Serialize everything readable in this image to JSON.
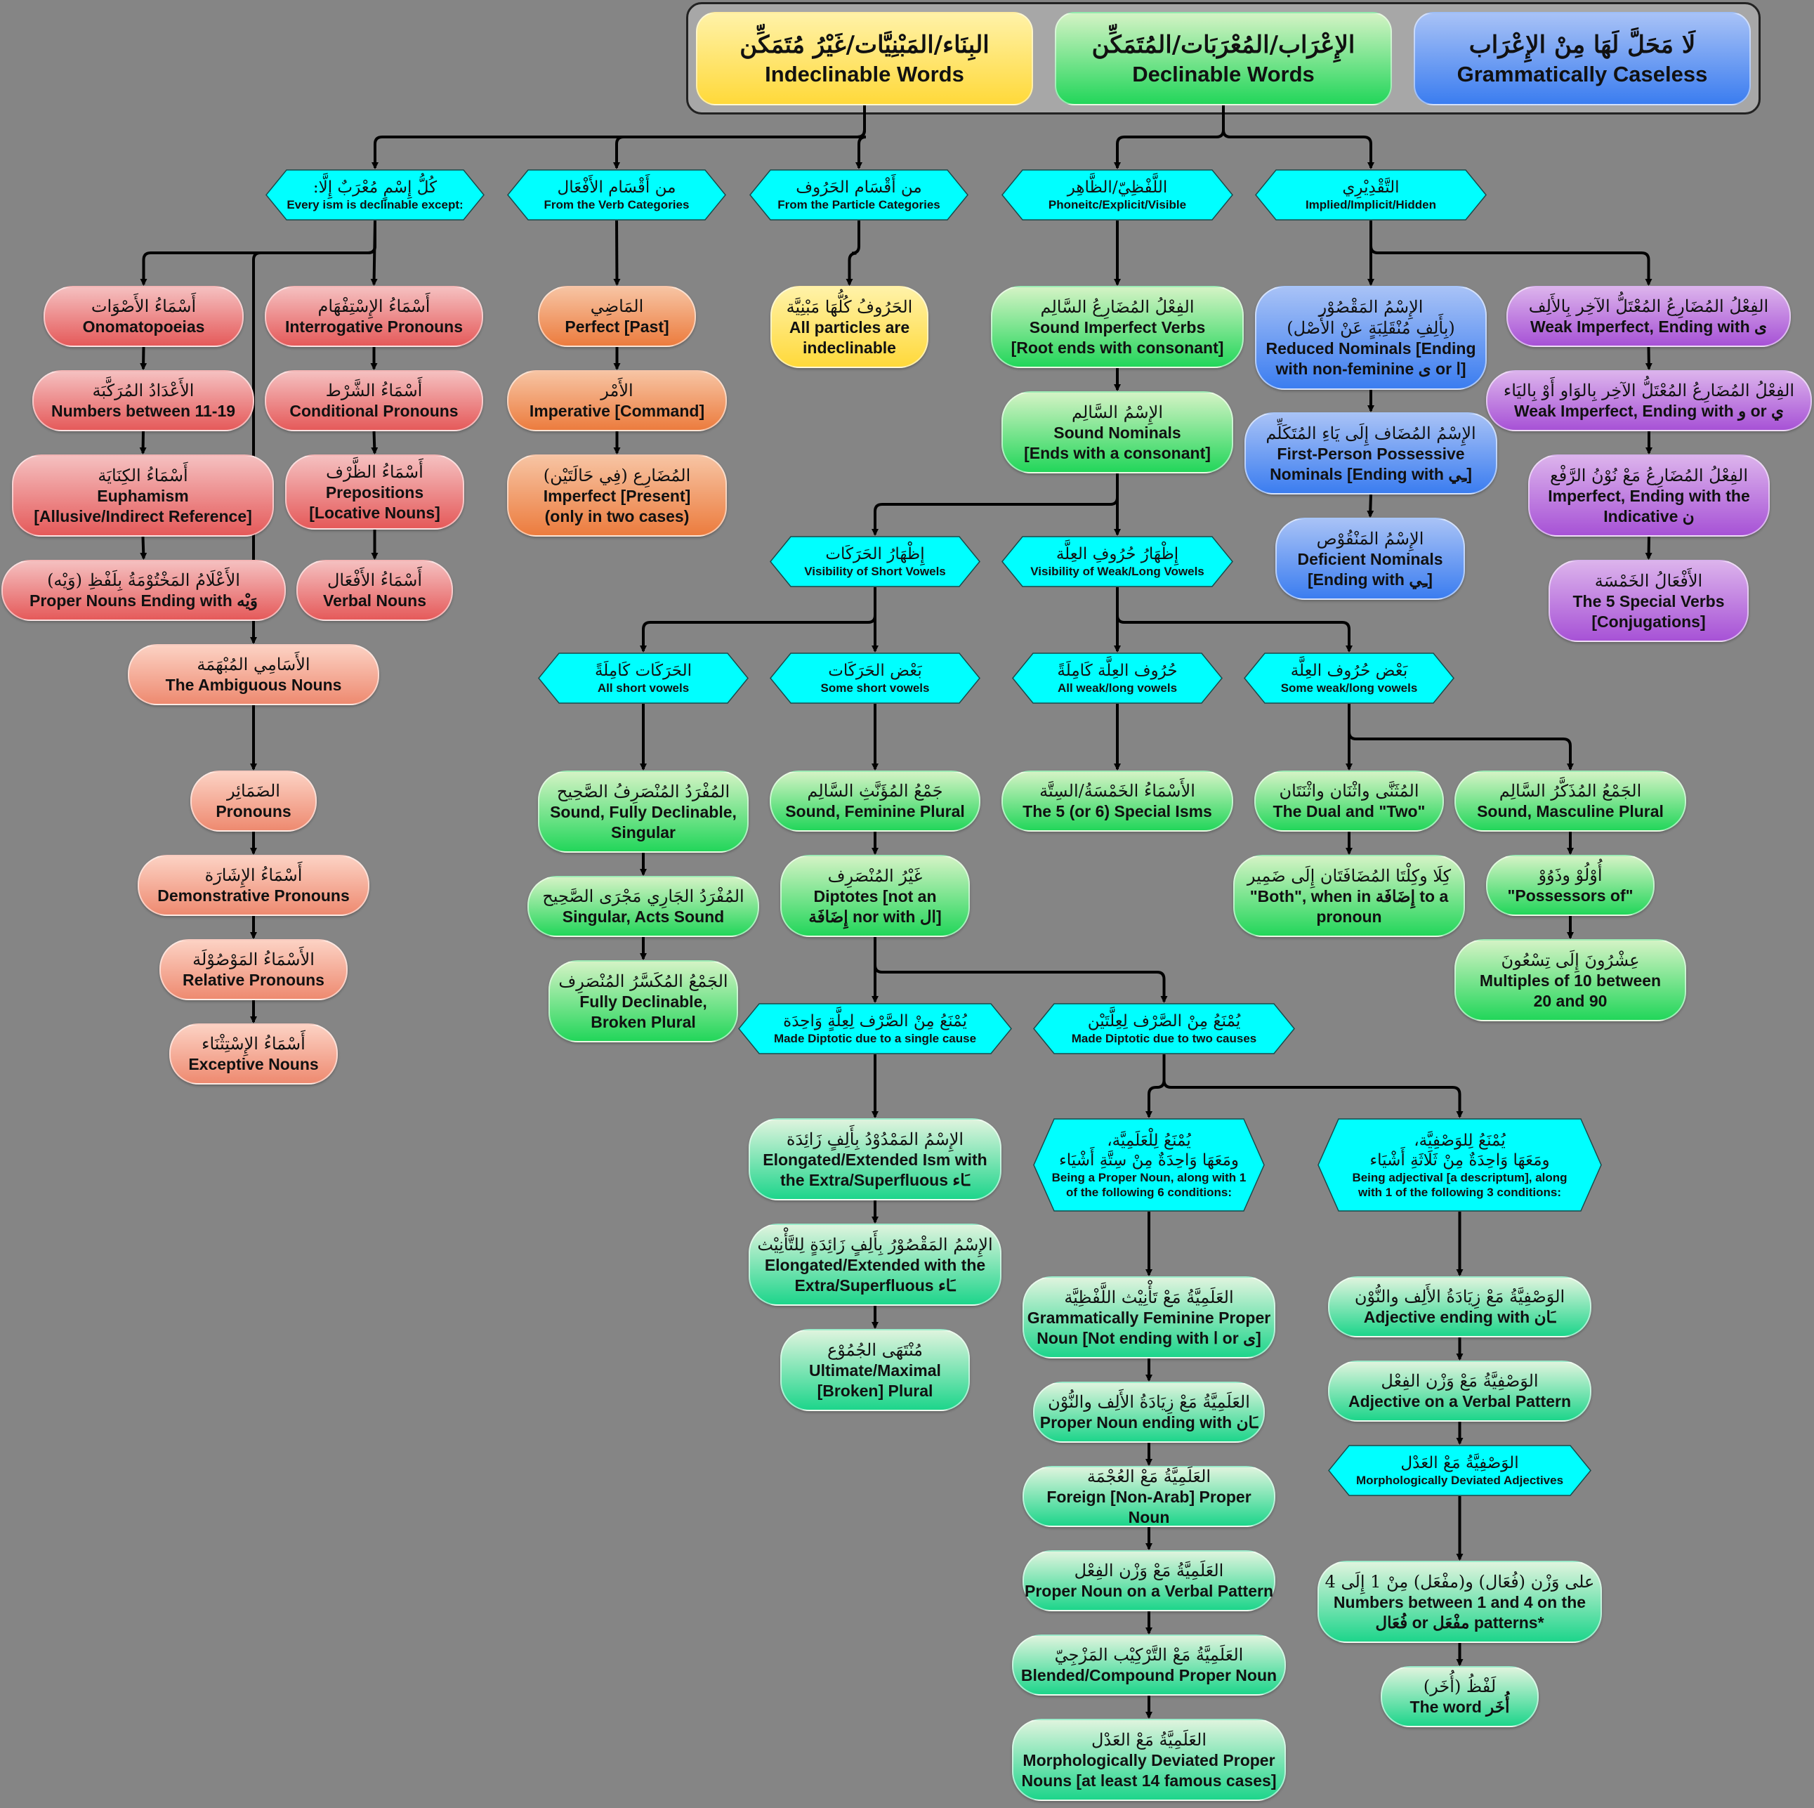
{
  "top": {
    "indeclinable": {
      "ar": "البِنَاء/المَبْنِيَّات/غَيْرُ مُتَمَكِّن",
      "en": "Indeclinable Words"
    },
    "declinable": {
      "ar": "الإِعْرَاب/المُعْرَبَات/المُتَمَكِّن",
      "en": "Declinable Words"
    },
    "caseless": {
      "ar": "لَا مَحَلَّ لَهَا مِنْ الإِعْرَاب",
      "en": "Grammatically Caseless"
    }
  },
  "colors": {
    "connector": "#000000",
    "hex": "#00ffff",
    "frame": "#a7a7a7"
  },
  "nodes": [
    {
      "id": "h_except",
      "ar": "كُلُّ إِسْمٍ مُعْرَبٌ إِلَّا:",
      "en": "Every ism is declinable except:"
    },
    {
      "id": "h_verbs",
      "ar": "من أَقْسَام الأَفْعَال",
      "en": "From the Verb Categories"
    },
    {
      "id": "h_particles",
      "ar": "من أَقْسَام الحَرُوف",
      "en": "From the Particle Categories"
    },
    {
      "id": "h_visible",
      "ar": "اللَّفْظِيّ/الظَّاهِر",
      "en": "Phoneitc/Explicit/Visible"
    },
    {
      "id": "h_implied",
      "ar": "التَّقْدِيْرِي",
      "en": "Implied/Implicit/Hidden"
    },
    {
      "id": "p_onom",
      "ar": "أَسْمَاءُ الأَصْوَات",
      "en": "Onomatopoeias"
    },
    {
      "id": "p_numbers",
      "ar": "الأَعْدَادُ المُرَكَّبَة",
      "en": "Numbers between 11-19"
    },
    {
      "id": "p_euph",
      "ar": "أَسْمَاءُ الكِنَايَة",
      "en": "Euphamism\n[Allusive/Indirect Reference]"
    },
    {
      "id": "p_propwayh",
      "ar": "الأَعْلَامُ المَخْتُوْمَةُ بِلَفْظِ (وَيْه)",
      "en": "Proper Nouns Ending with وَيْه"
    },
    {
      "id": "p_interrog",
      "ar": "أَسْمَاءُ الإِسْتِفْهَام",
      "en": "Interrogative Pronouns"
    },
    {
      "id": "p_cond",
      "ar": "أَسْمَاءُ الشَّرْط",
      "en": "Conditional Pronouns"
    },
    {
      "id": "p_prep",
      "ar": "أَسْمَاءُ الظَّرْف",
      "en": "Prepositions\n[Locative Nouns]"
    },
    {
      "id": "p_verbal",
      "ar": "أَسْمَاءُ الأَفْعَال",
      "en": "Verbal Nouns"
    },
    {
      "id": "s_ambig",
      "ar": "الأَسَامِي المُبْهَمَة",
      "en": "The Ambiguous Nouns"
    },
    {
      "id": "s_pron",
      "ar": "الضَمَائِر",
      "en": "Pronouns"
    },
    {
      "id": "s_demo",
      "ar": "أَسْمَاءُ الإِشَارَة",
      "en": "Demonstrative Pronouns"
    },
    {
      "id": "s_rel",
      "ar": "الأَسْمَاءُ المَوْصُوْلَة",
      "en": "Relative Pronouns"
    },
    {
      "id": "s_except",
      "ar": "أَسْمَاءُ الإِسْتِثْنَاء",
      "en": "Exceptive Nouns"
    },
    {
      "id": "o_past",
      "ar": "المَاضِي",
      "en": "Perfect [Past]"
    },
    {
      "id": "o_imper",
      "ar": "الأَمْر",
      "en": "Imperative [Command]"
    },
    {
      "id": "o_imperf",
      "ar": "المُضَارِع (فِي حَالَتَيْن)",
      "en": "Imperfect [Present]\n(only in two cases)"
    },
    {
      "id": "y_particles",
      "ar": "الحَرُوفُ كُلُّهَا مَبْنِيَّة",
      "en": "All particles are\nindeclinable"
    },
    {
      "id": "g_soundverb",
      "ar": "الفِعْلُ المُضَارِعُ السَّالِم",
      "en": "Sound Imperfect Verbs\n[Root ends with consonant]"
    },
    {
      "id": "g_soundnom",
      "ar": "الإِسْمُ السَّالِم",
      "en": "Sound Nominals\n[Ends with a consonant]"
    },
    {
      "id": "h_shortvis",
      "ar": "إِظْهَارُ الحَرَكَات",
      "en": "Visibility of Short Vowels"
    },
    {
      "id": "h_longvis",
      "ar": "إِظْهَارُ حُرُوفِ العِلَّة",
      "en": "Visibility of Weak/Long Vowels"
    },
    {
      "id": "h_allshort",
      "ar": "الحَرَكَات كَامِلَةً",
      "en": "All short vowels"
    },
    {
      "id": "h_someshort",
      "ar": "بَعْض الحَرَكَات",
      "en": "Some short vowels"
    },
    {
      "id": "h_alllong",
      "ar": "حُرُوف العِلَّة كَامِلَةً",
      "en": "All weak/long vowels"
    },
    {
      "id": "h_somelong",
      "ar": "بَعْض حُرُوف العِلَّة",
      "en": "Some weak/long vowels"
    },
    {
      "id": "g_singular",
      "ar": "المُفْرَدُ المُنْصَرِفُ الصَّحِيح",
      "en": "Sound, Fully Declinable,\nSingular"
    },
    {
      "id": "g_actssound",
      "ar": "المُفْرَدُ الجَارِي مَجْرَى الصَّحِيح",
      "en": "Singular, Acts Sound"
    },
    {
      "id": "g_broken",
      "ar": "الجَمْعُ المُكَسَّرُ المُنْصَرِف",
      "en": "Fully Declinable,\nBroken Plural"
    },
    {
      "id": "g_fempl",
      "ar": "جَمْعُ المُؤَنَّثِ السَّالِم",
      "en": "Sound, Feminine Plural"
    },
    {
      "id": "g_diptote",
      "ar": "غَيْرُ المُنْصَرِف",
      "en": "Diptotes [not an\nإِضَافَة nor with ال]"
    },
    {
      "id": "g_five",
      "ar": "الأَسْمَاءُ الخَمْسَةُ/السِتَّة",
      "en": "The 5 (or 6) Special Isms"
    },
    {
      "id": "g_dual",
      "ar": "المُثَنَّى واثْنَان واثْنَتَان",
      "en": "The Dual and \"Two\""
    },
    {
      "id": "g_both",
      "ar": "كِلَا وكِلْتَا المُضَافَتَان إِلَى ضَمِير",
      "en": "\"Both\", when in إِضَافَة to a\npronoun"
    },
    {
      "id": "g_mascpl",
      "ar": "الجَمْعُ المُذَكَّرُ السَّالِم",
      "en": "Sound, Masculine Plural"
    },
    {
      "id": "g_ulu",
      "ar": "أُوْلُوْ وذَوُوْ",
      "en": "\"Possessors of\""
    },
    {
      "id": "g_tens",
      "ar": "عِشْرُونَ إِلَى تِسْعُونَ",
      "en": "Multiples of 10 between\n20 and 90"
    },
    {
      "id": "b_maqsur",
      "ar": "الإِسْمُ المَقْصُوْر\n(بِأَلِفِ مُنْقَلِبَةٍ عَنْ الأَصْل)",
      "en": "Reduced Nominals [Ending\nwith non-feminine ى or ا]"
    },
    {
      "id": "b_mudaf",
      "ar": "الإِسْمُ المُضَاف إِلَى يَاءِ المُتَكَلِّم",
      "en": "First-Person Possessive\nNominals [Ending with ـِي]"
    },
    {
      "id": "b_manqus",
      "ar": "الإِسْمُ المَنْقُوْص",
      "en": "Deficient Nominals\n[Ending with ـِي]"
    },
    {
      "id": "v_alif",
      "ar": "الفِعْلُ المُضَارِعُ المُعْتَلُّ الآخِر بِالأَلِف",
      "en": "Weak Imperfect, Ending with ى"
    },
    {
      "id": "v_waw",
      "ar": "الفِعْلُ المُضَارِعُ المُعْتَلُّ الآخِر بِالوَاو أَوْ بِاليَاء",
      "en": "Weak Imperfect, Ending with و or ي"
    },
    {
      "id": "v_nun",
      "ar": "الفِعْلُ المُضَارِعُ مَعْ نُوْنُ الرَّفْع",
      "en": "Imperfect, Ending with the\nIndicative ن"
    },
    {
      "id": "v_five",
      "ar": "الأَفْعَالُ الخَمْسَة",
      "en": "The 5 Special Verbs\n[Conjugations]"
    },
    {
      "id": "h_single",
      "ar": "يُمْنَعُ مِنْ الصَّرْف لِعِلَّةٍ وَاحِدَة",
      "en": "Made Diptotic due to a single cause"
    },
    {
      "id": "h_two",
      "ar": "يُمْنَعُ مِنْ الصَّرْف لِعِلَّتَيْن",
      "en": "Made Diptotic due to two causes"
    },
    {
      "id": "t_mamdud",
      "ar": "الإِسْمُ المَمْدُوْدُ بِأَلِفٍ زَائِدَة",
      "en": "Elongated/Extended Ism with\nthe Extra/Superfluous ـَاء"
    },
    {
      "id": "t_maqsur",
      "ar": "الإِسْمُ المَقْصُوْرُ بِأَلِفٍ زَائِدَةٍ لِلتَّأْنِيْث",
      "en": "Elongated/Extended with the\nExtra/Superfluous ـَاء"
    },
    {
      "id": "t_muntaha",
      "ar": "مُنْتَهَى الجُمُوْع",
      "en": "Ultimate/Maximal\n[Broken] Plural"
    },
    {
      "id": "h_alamiyya",
      "ar": "يُمْنَعُ لِلْعَلَمِيَّة،\nومَعَهَا وَاحِدَةٌ مِنْ سِتَّةِ أَشْيَاء",
      "en": "Being a Proper Noun, along with 1\nof the following 6 conditions:"
    },
    {
      "id": "h_wasfiyya",
      "ar": "يُمْنَعُ لِلوَصْفِيَّة،\nومَعَهَا وَاحِدَةٌ مِنْ ثَلَاثَةِ أَشْيَاء",
      "en": "Being adjectival [a descriptum], along\nwith 1 of the following 3 conditions:"
    },
    {
      "id": "t_a1",
      "ar": "العَلَمِيَّةُ مَعْ تَأْنِيْث اللَّفْظِيَّة",
      "en": "Grammatically Feminine Proper\nNoun [Not ending with ا or ى]"
    },
    {
      "id": "t_a2",
      "ar": "العَلَمِيَّةُ مَعْ زِيَادَةُ الأَلِف والنُّوْن",
      "en": "Proper Noun ending with ـَان"
    },
    {
      "id": "t_a3",
      "ar": "العَلَمِيَّةُ مَعْ العُجْمَة",
      "en": "Foreign [Non-Arab] Proper Noun"
    },
    {
      "id": "t_a4",
      "ar": "العَلَمِيَّةُ مَعْ وَزْن الفِعْل",
      "en": "Proper Noun on a Verbal Pattern"
    },
    {
      "id": "t_a5",
      "ar": "العَلَمِيَّةُ مَعْ التَّرْكِيْب المَزْجِيّ",
      "en": "Blended/Compound Proper Noun"
    },
    {
      "id": "t_a6",
      "ar": "العَلَمِيَّةُ مَعْ العَدْل",
      "en": "Morphologically Deviated Proper\nNouns [at least 14 famous cases]"
    },
    {
      "id": "t_w1",
      "ar": "الوَصْفِيَّةُ مَعْ زِيَادَةُ الأَلِف والنُّوْن",
      "en": "Adjective ending with ـَان"
    },
    {
      "id": "t_w2",
      "ar": "الوَصْفِيَّةُ مَعْ وَزْن الفِعْل",
      "en": "Adjective on a Verbal Pattern"
    },
    {
      "id": "h_w3",
      "ar": "الوَصْفِيَّةُ مَعْ العَدْل",
      "en": "Morphologically Deviated Adjectives"
    },
    {
      "id": "t_w3a",
      "ar": "على وَزْن (فُعَال) و(مفْعَل) مِنْ 1 إِلَى 4",
      "en": "Numbers between 1 and 4 on the\nفُعَال or مفْعَل patterns*"
    },
    {
      "id": "t_w3b",
      "ar": "لَفْظُ (أُخَر)",
      "en": "The word أُخَر"
    }
  ]
}
